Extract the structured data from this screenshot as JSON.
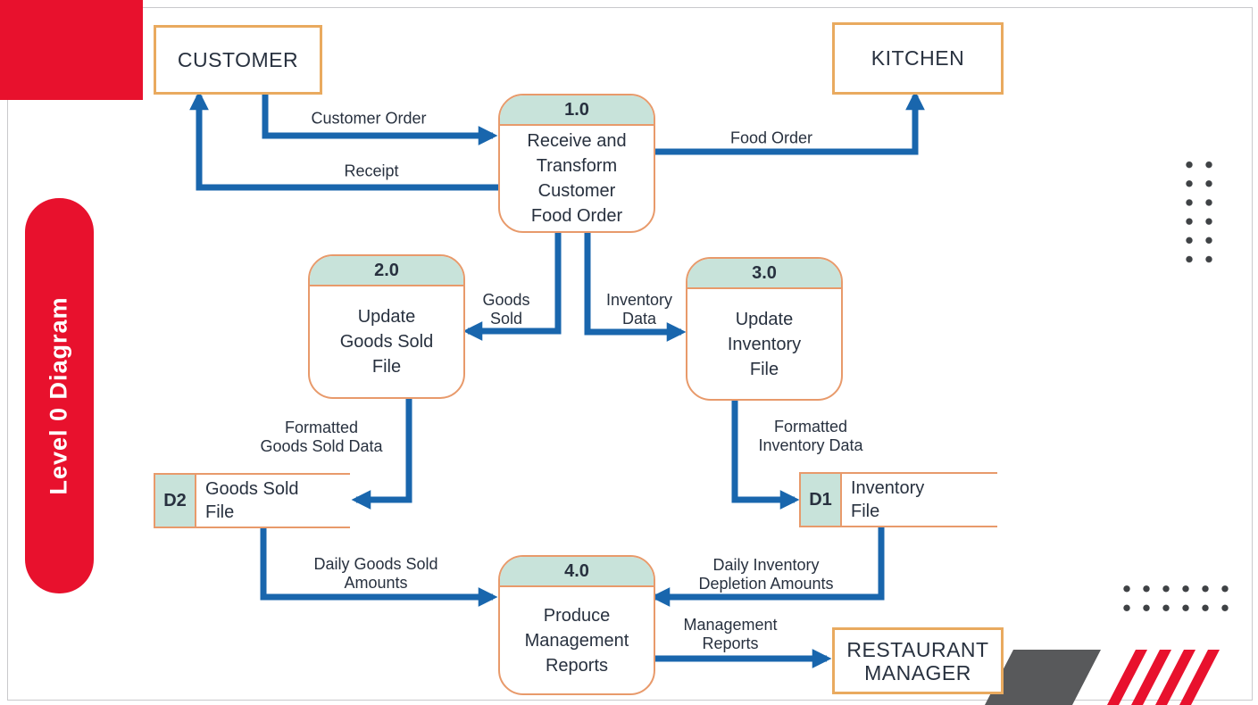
{
  "banner": {
    "label": "Level 0 Diagram"
  },
  "entities": [
    {
      "label": "CUSTOMER"
    },
    {
      "label": "KITCHEN"
    },
    {
      "label": "RESTAURANT\nMANAGER"
    }
  ],
  "processes": [
    {
      "number": "1.0",
      "name": "Receive and\nTransform\nCustomer\nFood Order"
    },
    {
      "number": "2.0",
      "name": "Update\nGoods Sold\nFile"
    },
    {
      "number": "3.0",
      "name": "Update\nInventory\nFile"
    },
    {
      "number": "4.0",
      "name": "Produce\nManagement\nReports"
    }
  ],
  "datastores": [
    {
      "tag": "D2",
      "name": "Goods Sold\nFile"
    },
    {
      "tag": "D1",
      "name": "Inventory\nFile"
    }
  ],
  "flows": [
    {
      "label": "Customer Order",
      "from": "CUSTOMER",
      "to": "1.0"
    },
    {
      "label": "Receipt",
      "from": "1.0",
      "to": "CUSTOMER"
    },
    {
      "label": "Food Order",
      "from": "1.0",
      "to": "KITCHEN"
    },
    {
      "label": "Goods\nSold",
      "from": "1.0",
      "to": "2.0"
    },
    {
      "label": "Inventory\nData",
      "from": "1.0",
      "to": "3.0"
    },
    {
      "label": "Formatted\nGoods Sold Data",
      "from": "2.0",
      "to": "D2"
    },
    {
      "label": "Formatted\nInventory Data",
      "from": "3.0",
      "to": "D1"
    },
    {
      "label": "Daily Goods Sold\nAmounts",
      "from": "D2",
      "to": "4.0"
    },
    {
      "label": "Daily Inventory\nDepletion Amounts",
      "from": "D1",
      "to": "4.0"
    },
    {
      "label": "Management\nReports",
      "from": "4.0",
      "to": "RESTAURANT MANAGER"
    }
  ],
  "colors": {
    "accent_red": "#e8112d",
    "flow_blue": "#1966ad",
    "process_border": "#e89a6b",
    "process_header_fill": "#c8e3da",
    "entity_border": "#e9aa5f",
    "text": "#28313f",
    "decor_gray": "#58595b"
  }
}
